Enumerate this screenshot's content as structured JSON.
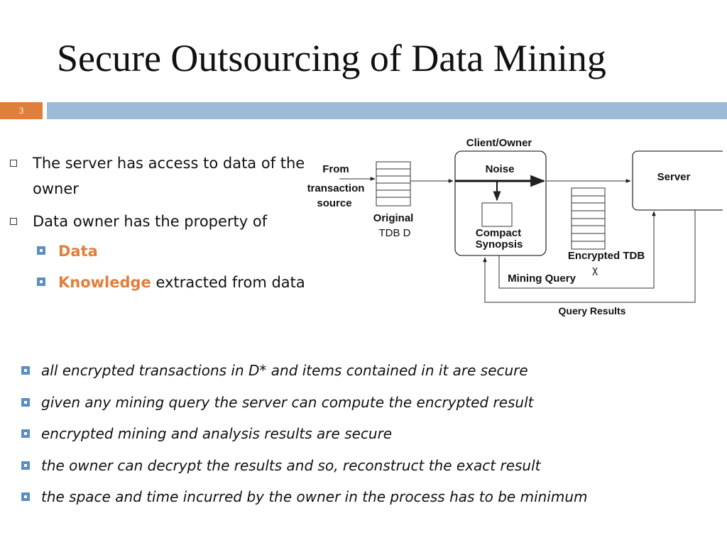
{
  "slide": {
    "title": "Secure Outsourcing of Data Mining",
    "number": "3"
  },
  "bullets": {
    "b1": "The server has access to data of the owner",
    "b2": "Data owner has the property of",
    "sub1": "Data",
    "sub2_highlight": "Knowledge",
    "sub2_rest": " extracted from data"
  },
  "diagram": {
    "client_owner": "Client/Owner",
    "from": "From",
    "transaction": "transaction",
    "source": "source",
    "original": "Original",
    "tdb_d": "TDB D",
    "noise": "Noise",
    "compact": "Compact",
    "synopsis": "Synopsis",
    "server": "Server",
    "encrypted_tdb": "Encrypted TDB",
    "chi": "χ",
    "mining_query": "Mining Query",
    "query_results": "Query Results"
  },
  "properties": [
    "all encrypted transactions in D* and items contained in it are secure",
    "given any mining query the server can compute the encrypted result",
    "encrypted mining and analysis results are secure",
    "the owner can decrypt the results and so, reconstruct the exact result",
    "the space and time incurred by the owner in the process has to be minimum"
  ],
  "colors": {
    "accent_orange": "#e07f3c",
    "band_blue": "#9dbad7",
    "bullet_blue": "#5b8fc4"
  }
}
